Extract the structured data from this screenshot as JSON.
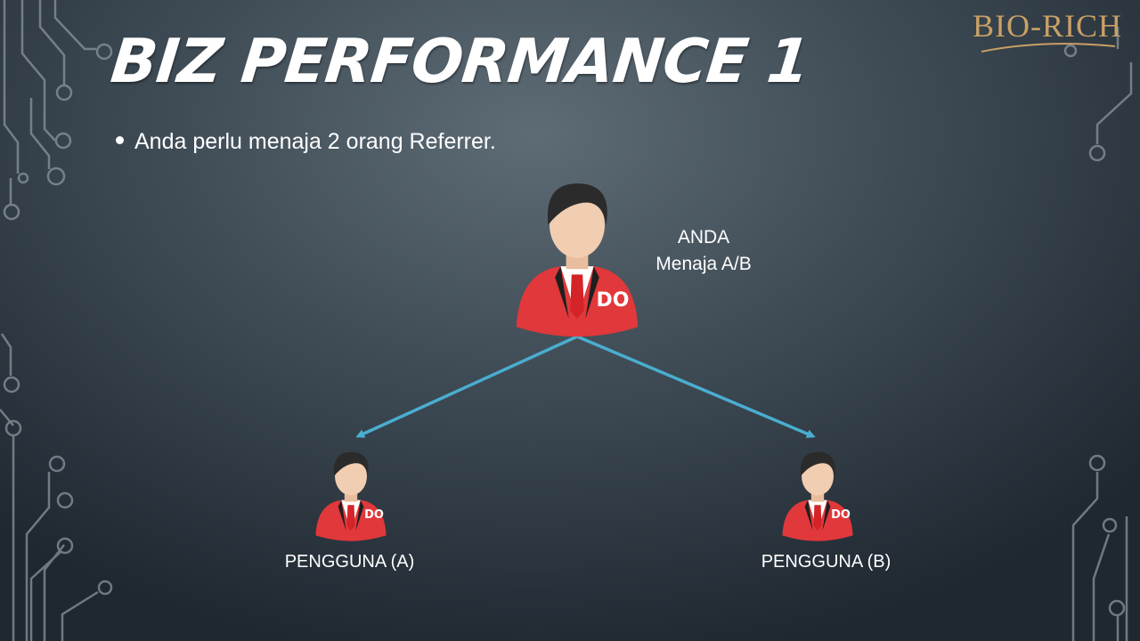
{
  "slide": {
    "title": "BIZ PERFORMANCE 1",
    "bullet": "Anda perlu menaja 2 orang Referrer."
  },
  "logo": {
    "text": "BIO-RICH",
    "color": "#c9a066"
  },
  "diagram": {
    "root": {
      "badge": "DO",
      "name": "ANDA",
      "subtitle": "Menaja A/B"
    },
    "children": [
      {
        "badge": "DO",
        "label": "PENGGUNA (A)"
      },
      {
        "badge": "DO",
        "label": "PENGGUNA (B)"
      }
    ],
    "colors": {
      "arrow": "#4aaed0",
      "suit": "#e0383b",
      "tie": "#d42428",
      "skin": "#f1cdb1",
      "hair": "#2b2b2b"
    },
    "icon": "person-in-suit-icon"
  }
}
